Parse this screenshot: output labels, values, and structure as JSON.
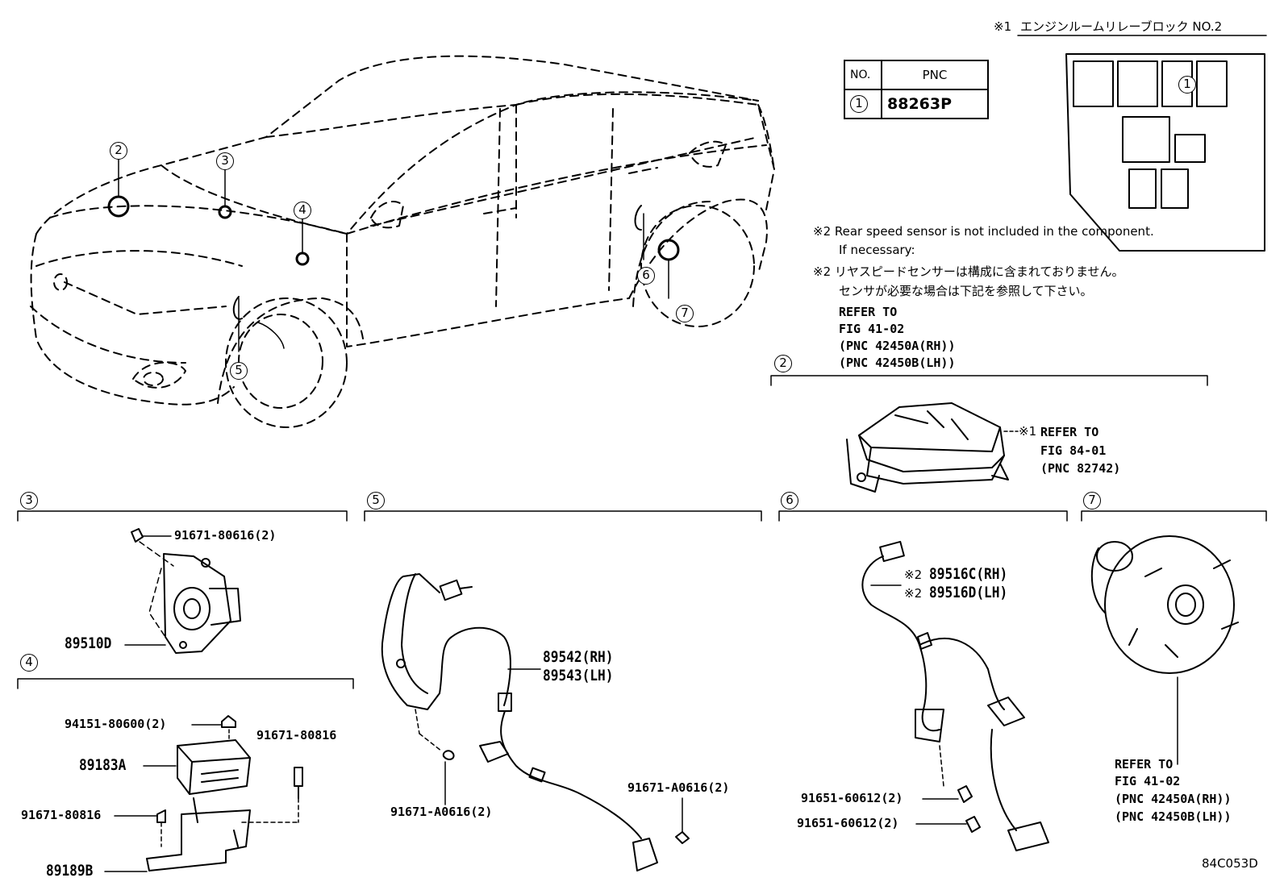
{
  "header": {
    "note1_mark": "※1",
    "note1_text": "エンジンルームリレーブロック NO.2"
  },
  "table": {
    "col_no": "NO.",
    "col_pnc": "PNC",
    "row1_no": "1",
    "row1_pnc": "88263P"
  },
  "relay_block": {
    "slot_label": "1"
  },
  "notes": {
    "en_line1": "※2 Rear speed sensor is not included in the component.",
    "en_line2": "If necessary:",
    "jp_line1": "※2 リヤスピードセンサーは構成に含まれておりません。",
    "jp_line2": "センサが必要な場合は下記を参照して下さい。",
    "refer": "REFER TO",
    "fig": "FIG 41-02",
    "pnc_rh": "(PNC 42450A(RH))",
    "pnc_lh": "(PNC 42450B(LH))"
  },
  "callouts": [
    "1",
    "2",
    "3",
    "4",
    "5",
    "6",
    "7"
  ],
  "section2": {
    "ref_mark": "※1",
    "refer": "REFER TO",
    "fig": "FIG 84-01",
    "pnc": "(PNC 82742)"
  },
  "section3": {
    "bolt": "91671-80616(2)",
    "part": "89510D"
  },
  "section4": {
    "nut": "94151-80600(2)",
    "bolt_right": "91671-80816",
    "module": "89183A",
    "bolt_left": "91671-80816",
    "bracket": "89189B"
  },
  "section5": {
    "sensor_rh": "89542(RH)",
    "sensor_lh": "89543(LH)",
    "bolt_left": "91671-A0616(2)",
    "bolt_right": "91671-A0616(2)"
  },
  "section6": {
    "mark": "※2",
    "sensor_rh": "89516C(RH)",
    "sensor_lh": "89516D(LH)",
    "bolt1": "91651-60612(2)",
    "bolt2": "91651-60612(2)"
  },
  "section7": {
    "refer": "REFER TO",
    "fig": "FIG 41-02",
    "pnc_rh": "(PNC 42450A(RH))",
    "pnc_lh": "(PNC 42450B(LH))"
  },
  "footer": {
    "code": "84C053D"
  }
}
